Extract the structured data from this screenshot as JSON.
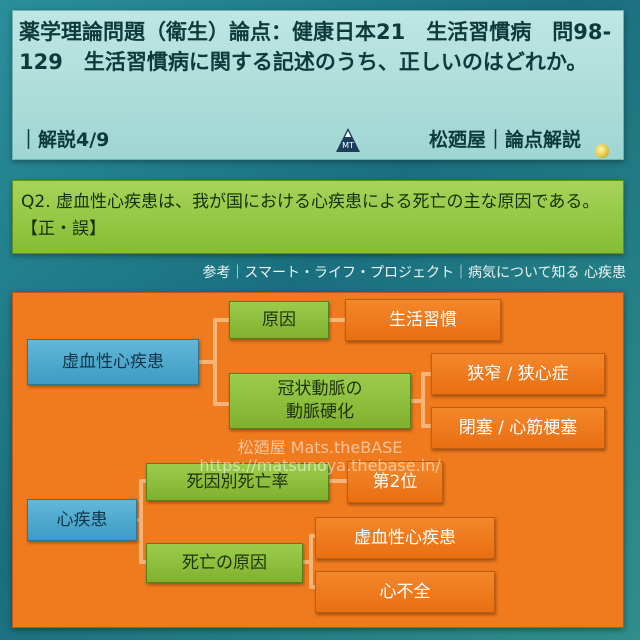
{
  "header": {
    "title": "薬学理論問題（衛生）論点：健康日本21　生活習慣病　問98-129　生活習慣病に関する記述のうち、正しいのはどれか。",
    "subtitle": "｜解説4/9",
    "brand": "松廼屋｜論点解説",
    "logo_text": "MT"
  },
  "question": {
    "text": "Q2. 虚血性心疾患は、我が国における心疾患による死亡の主な原因である。【正・誤】"
  },
  "reference": {
    "text": "参考｜スマート・ライフ・プロジェクト｜病気について知る 心疾患"
  },
  "diagram": {
    "top": {
      "root": "虚血性心疾患",
      "branches": [
        {
          "label": "原因",
          "children": [
            "生活習慣"
          ]
        },
        {
          "label": "冠状動脈の\n動脈硬化",
          "children": [
            "狭窄 / 狭心症",
            "閉塞 / 心筋梗塞"
          ]
        }
      ]
    },
    "bottom": {
      "root": "心疾患",
      "branches": [
        {
          "label": "死因別死亡率",
          "children": [
            "第2位"
          ]
        },
        {
          "label": "死亡の原因",
          "children": [
            "虚血性心疾患",
            "心不全"
          ]
        }
      ]
    }
  },
  "watermark": {
    "name": "松廼屋 Mats.theBASE",
    "url": "https://matsunoya.thebase.in/"
  }
}
